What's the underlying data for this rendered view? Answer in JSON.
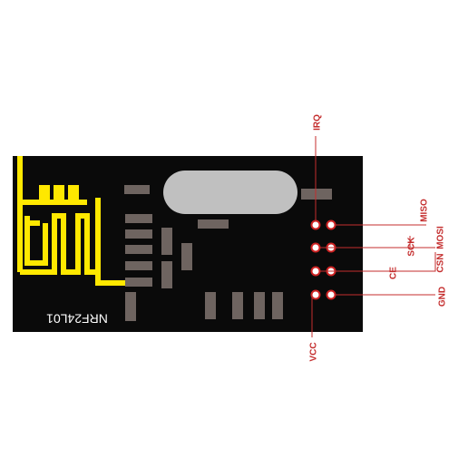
{
  "board": {
    "model_label": "NRF24L01",
    "board_color": "#0a0a0a",
    "antenna_color": "#ffe800",
    "chip_color": "#6e6460",
    "crystal_color": "#c0c0c0",
    "pad_color": "#cc2222",
    "label_color": "#c42d2d"
  },
  "pins": [
    {
      "id": "irq",
      "label": "IRQ"
    },
    {
      "id": "miso",
      "label": "MISO"
    },
    {
      "id": "mosi",
      "label": "MOSI"
    },
    {
      "id": "sck",
      "label": "SCK"
    },
    {
      "id": "csn",
      "label": "CSN"
    },
    {
      "id": "ce",
      "label": "CE"
    },
    {
      "id": "gnd",
      "label": "GND"
    },
    {
      "id": "vcc",
      "label": "VCC"
    }
  ]
}
